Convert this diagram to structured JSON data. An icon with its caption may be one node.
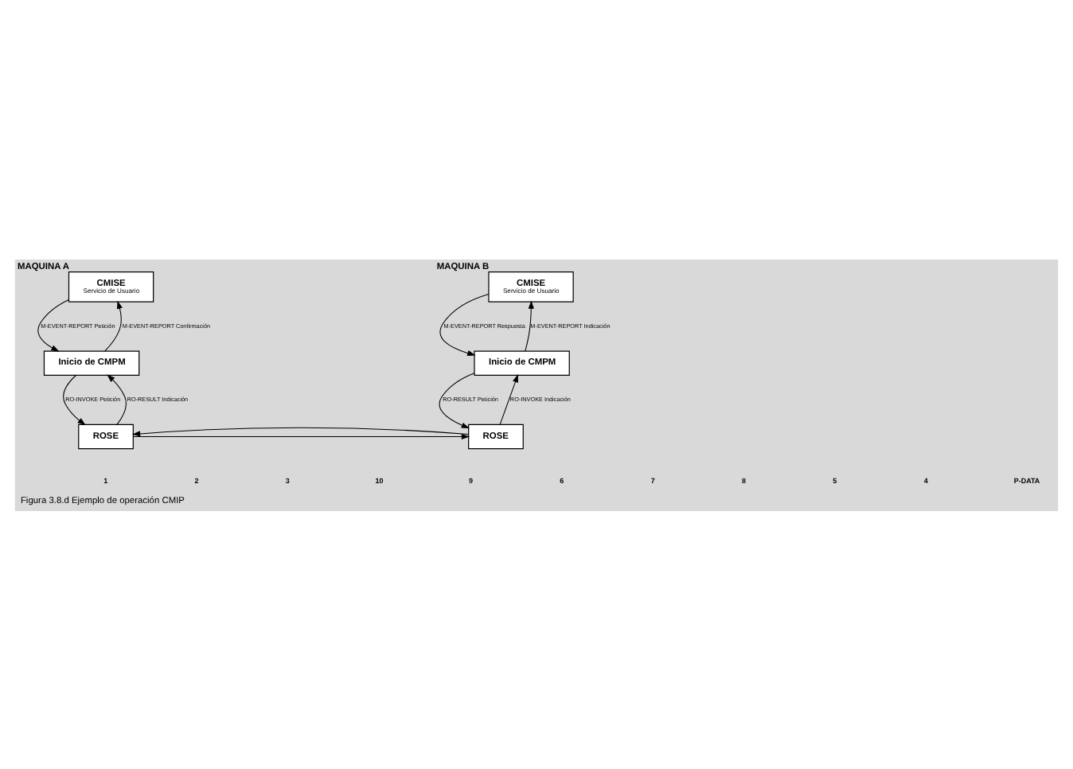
{
  "diagram": {
    "caption": "Figura 3.8.d Ejemplo de operación CMIP",
    "nodes": [
      {
        "text": [
          "CMISE",
          "Servicio de Usuario"
        ],
        "beside": [
          "MAQUINA A"
        ]
      },
      {
        "text": [
          "Inicio de CMPM"
        ]
      },
      {
        "text": [
          "ROSE"
        ]
      },
      {
        "text": [
          "CMISE",
          "Servicio de Usuario"
        ],
        "beside": [
          "MAQUINA B"
        ]
      },
      {
        "text": [
          "Inicio de CMPM"
        ]
      },
      {
        "text": [
          "ROSE"
        ]
      }
    ],
    "edges": [
      {
        "from": 0,
        "to": 1,
        "arrow": "to",
        "label": "M-EVENT-REPORT Petición"
      },
      {
        "from": 1,
        "to": 0,
        "arrow": "to",
        "label": "M-EVENT-REPORT Confirmación"
      },
      {
        "from": 1,
        "to": 2,
        "arrow": "to",
        "label": "RO-INVOKE Petición"
      },
      {
        "from": 2,
        "to": 1,
        "arrow": "to",
        "label": "RO-RESULT Indicación"
      },
      {
        "from": 3,
        "to": 4,
        "arrow": "to",
        "label": "M-EVENT-REPORT Respuesta"
      },
      {
        "from": 4,
        "to": 3,
        "arrow": "to",
        "label": "M-EVENT-REPORT Indicación"
      },
      {
        "from": 4,
        "to": 5,
        "arrow": "to",
        "label": "RO-RESULT Petición"
      },
      {
        "from": 5,
        "to": 4,
        "arrow": "to",
        "label": "RO-INVOKE Indicación"
      },
      {
        "from": 2,
        "to": 5,
        "arrow": "to"
      },
      {
        "from": 5,
        "to": 2,
        "arrow": "to"
      }
    ],
    "labels": [
      "1",
      "2",
      "3",
      "10",
      "9",
      "6",
      "7",
      "8",
      "5",
      "4",
      "P-DATA"
    ]
  }
}
